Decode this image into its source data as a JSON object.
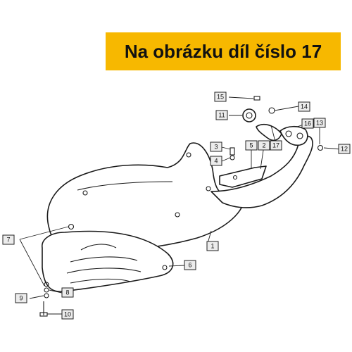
{
  "banner": {
    "text": "Na obrázku díl číslo 17",
    "bg_color": "#f7b800"
  },
  "callouts": [
    "1",
    "2",
    "3",
    "4",
    "5",
    "6",
    "7",
    "8",
    "9",
    "10",
    "11",
    "12",
    "13",
    "14",
    "15",
    "16",
    "17"
  ]
}
